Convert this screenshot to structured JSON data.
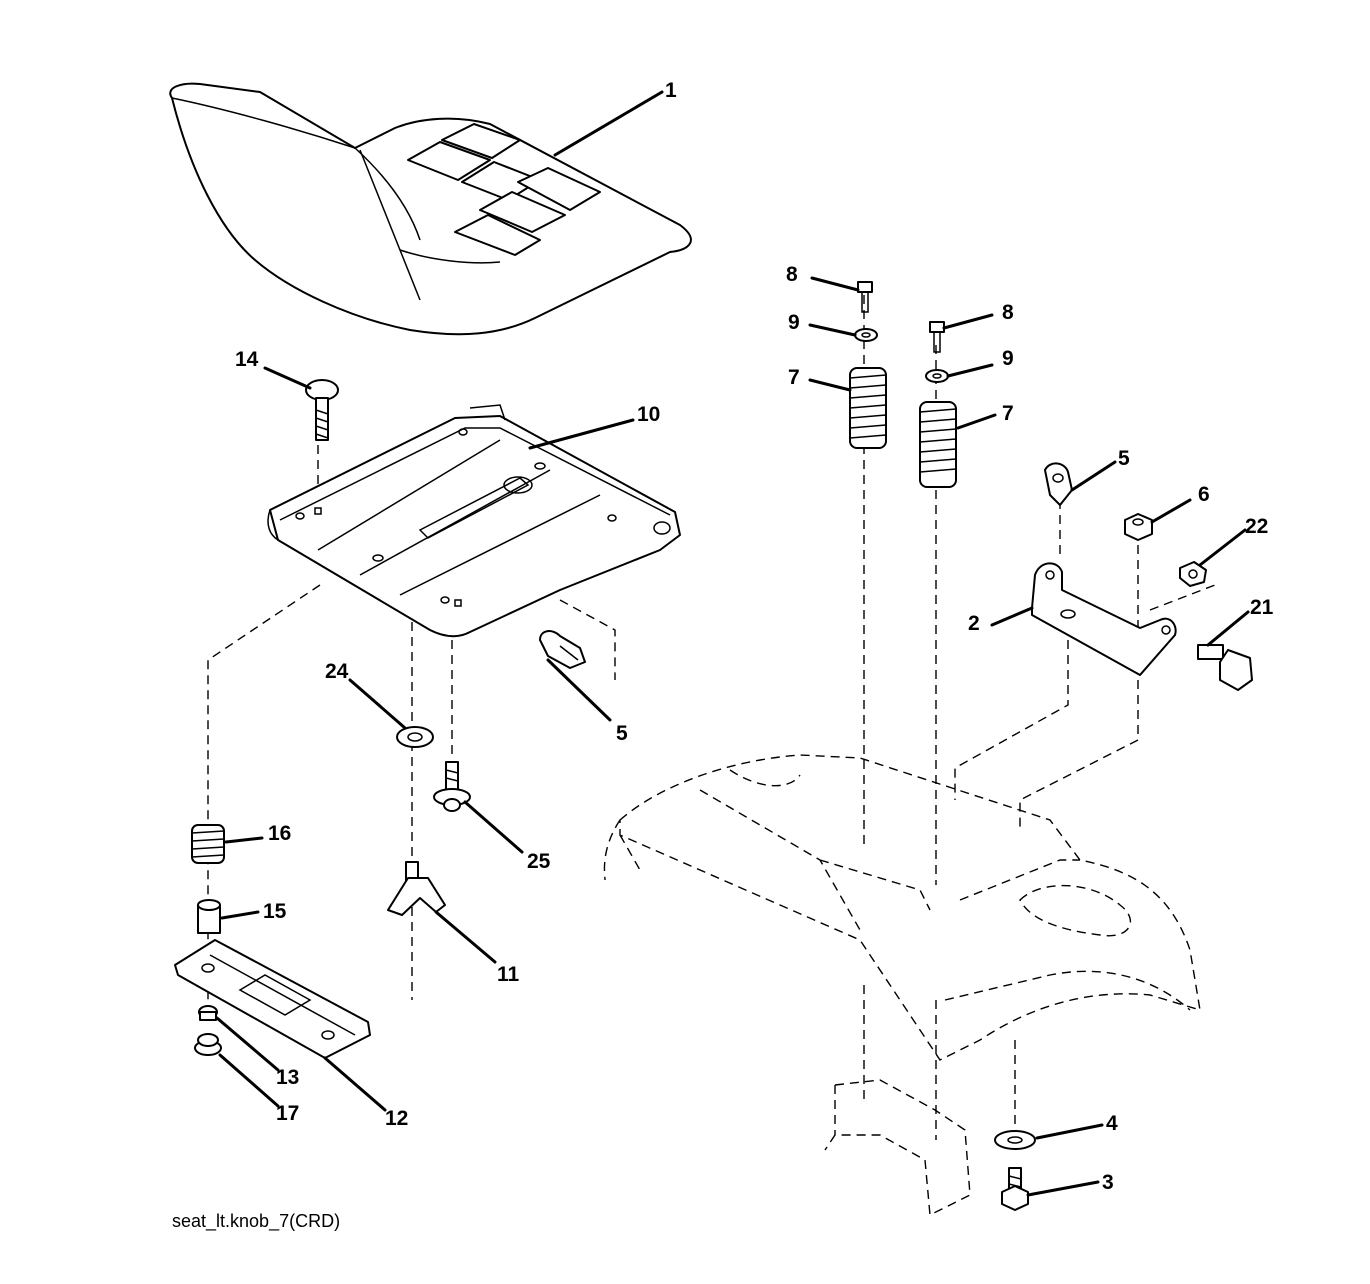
{
  "callouts": {
    "c1": "1",
    "c2": "2",
    "c3": "3",
    "c4": "4",
    "c5a": "5",
    "c5b": "5",
    "c6": "6",
    "c7a": "7",
    "c7b": "7",
    "c8a": "8",
    "c8b": "8",
    "c9a": "9",
    "c9b": "9",
    "c10": "10",
    "c11": "11",
    "c12": "12",
    "c13": "13",
    "c14": "14",
    "c15": "15",
    "c16": "16",
    "c17": "17",
    "c21": "21",
    "c22": "22",
    "c24": "24",
    "c25": "25"
  },
  "caption": "seat_lt.knob_7(CRD)",
  "colors": {
    "line": "#000000",
    "background": "#ffffff"
  }
}
